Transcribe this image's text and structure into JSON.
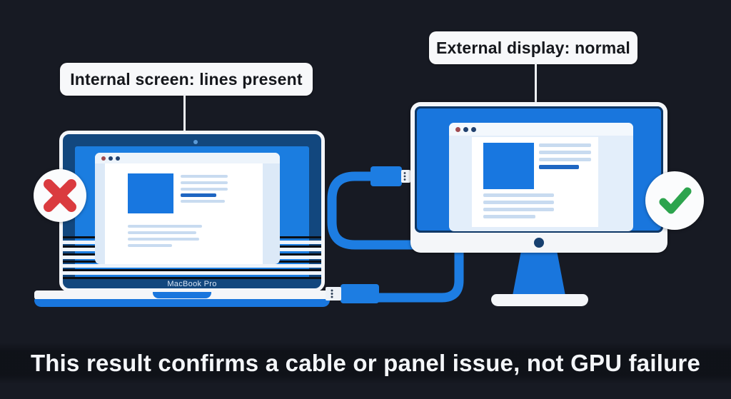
{
  "diagram": {
    "background_color": "#171a23",
    "caption": "This result confirms a cable or panel issue, not GPU failure",
    "callouts": {
      "internal": {
        "label": "Internal screen: lines present"
      },
      "external": {
        "label": "External display: normal"
      }
    },
    "laptop": {
      "brand_label": "MacBook Pro",
      "status": "fail",
      "status_icon": "red-cross-icon",
      "status_color": "#da3b3f",
      "screen_artifact": "horizontal-glitch-lines"
    },
    "monitor": {
      "status": "ok",
      "status_icon": "green-check-icon",
      "status_color": "#2da44e"
    },
    "cable": {
      "icon": "usb-plug-icon",
      "color": "#1d7de2",
      "connector_count": 2
    },
    "colors": {
      "screen_blue": "#1976dd",
      "bezel_navy": "#12477e",
      "browser_window_light": "#e3eefa",
      "placeholder_line_light": "#c8dbf0",
      "placeholder_line_dark": "#1e66c2",
      "callout_background": "#f7f8fa",
      "caption_text": "#f4f6f9"
    }
  }
}
